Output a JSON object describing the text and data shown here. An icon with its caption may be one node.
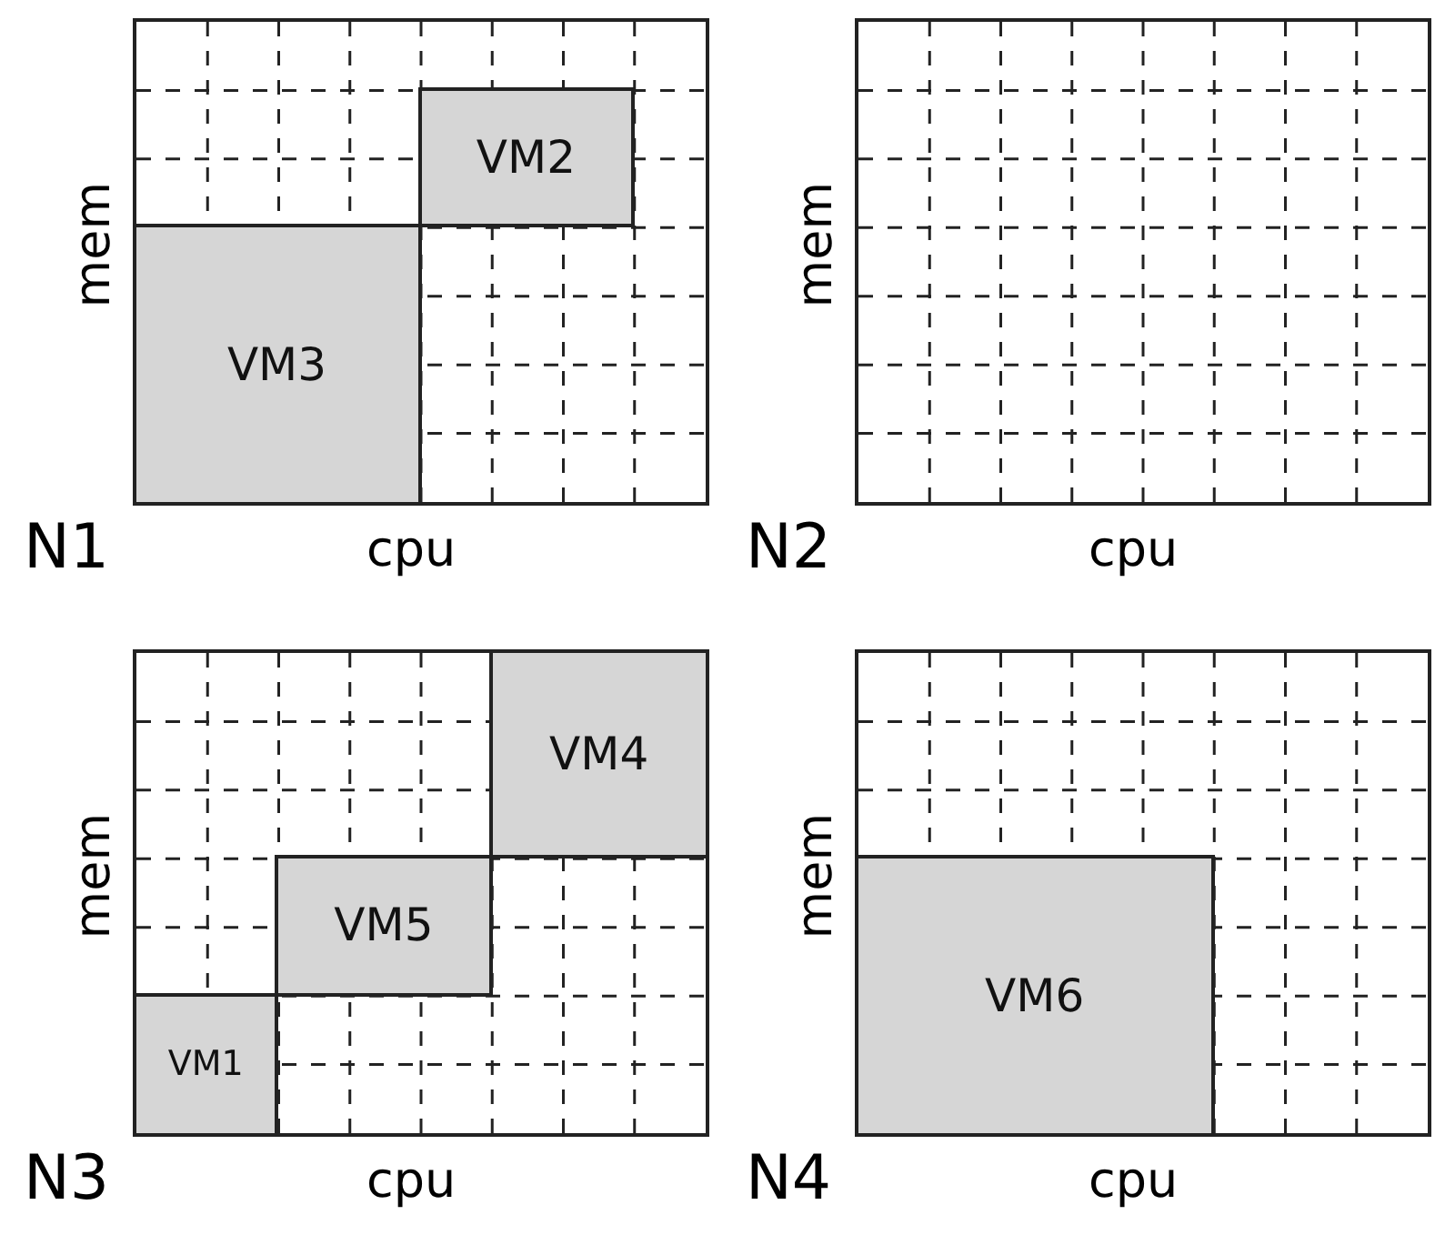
{
  "diagram": {
    "nodes": [
      {
        "text": [
          "N1"
        ],
        "beside": [
          "mem",
          "cpu"
        ]
      },
      {
        "text": [
          "VM2"
        ],
        "in": 0
      },
      {
        "text": [
          "VM3"
        ],
        "in": 0
      },
      {
        "text": [
          "N2"
        ],
        "beside": [
          "mem",
          "cpu"
        ]
      },
      {
        "text": [
          "N3"
        ],
        "beside": [
          "mem",
          "cpu"
        ]
      },
      {
        "text": [
          "VM4"
        ],
        "in": 4
      },
      {
        "text": [
          "VM5"
        ],
        "in": 4
      },
      {
        "text": [
          "VM1"
        ],
        "in": 4
      },
      {
        "text": [
          "N4"
        ],
        "beside": [
          "mem",
          "cpu"
        ]
      },
      {
        "text": [
          "VM6"
        ],
        "in": 8
      }
    ]
  }
}
